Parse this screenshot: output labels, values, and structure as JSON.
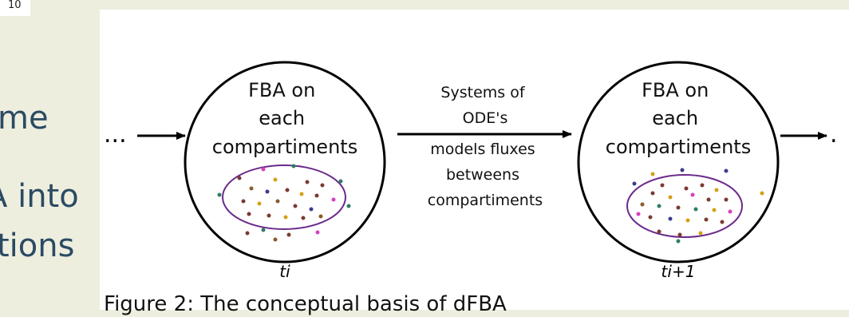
{
  "page_tag": "10",
  "slide_text": {
    "line1": "me",
    "line2": "A into",
    "line3": "tions"
  },
  "diagram": {
    "left_ellipsis": "...",
    "right_ellipsis": ".",
    "compartment_left": {
      "lines": [
        "FBA on",
        "each",
        "compartiments"
      ],
      "time_label": "ti"
    },
    "compartment_right": {
      "lines": [
        "FBA on",
        "each",
        "compartiments"
      ],
      "time_label": "ti+1"
    },
    "arrow_label_top": [
      "Systems of",
      "ODE's"
    ],
    "arrow_label_bottom": [
      "models fluxes",
      "betweens",
      "compartiments"
    ]
  },
  "caption": "Figure 2: The conceptual basis of dFBA",
  "colors": {
    "slide_background": "#eeeedf",
    "slide_text": "#2b4a63",
    "ellipse": "#6a2a8a",
    "dots": [
      "#7a3b2e",
      "#d4a017",
      "#2e7d62",
      "#d63fbf",
      "#3b3b8f",
      "#8b5a2b"
    ]
  }
}
